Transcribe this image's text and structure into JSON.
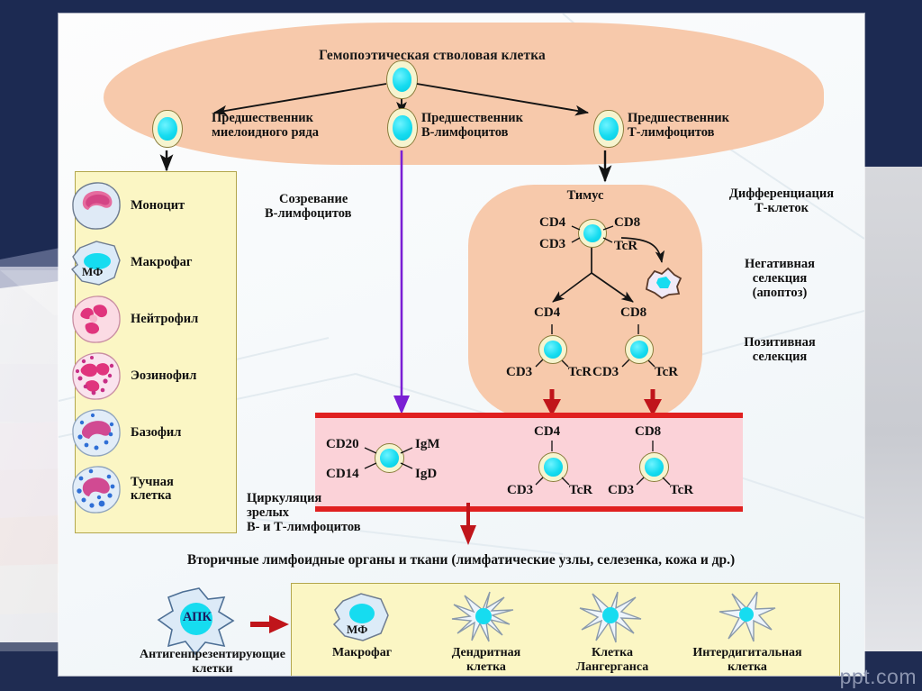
{
  "marrow": {
    "title": "Гемопоэтическая стволовая клетка",
    "progenitors": [
      {
        "id": "myeloid",
        "label_line1": "Предшественник",
        "label_line2": "миелоидного ряда"
      },
      {
        "id": "b-cell",
        "label_line1": "Предшественник",
        "label_line2": "В-лимфоцитов"
      },
      {
        "id": "t-cell",
        "label_line1": "Предшественник",
        "label_line2": "Т-лимфоцитов"
      }
    ]
  },
  "myeloid_box": {
    "cells": [
      {
        "name": "Моноцит",
        "icon": "monocyte-cell"
      },
      {
        "name": "Макрофаг",
        "icon": "macrophage-cell",
        "inner_label": "МФ"
      },
      {
        "name": "Нейтрофил",
        "icon": "neutrophil-cell"
      },
      {
        "name": "Эозинофил",
        "icon": "eosinophil-cell"
      },
      {
        "name": "Базофил",
        "icon": "basophil-cell"
      },
      {
        "name": "Тучная клетка",
        "icon": "mast-cell"
      }
    ]
  },
  "b_pathway": {
    "label_line1": "Созревание",
    "label_line2": "В-лимфоцитов",
    "arrow_color": "#7b1fd4"
  },
  "thymus": {
    "title": "Тимус",
    "side_labels": {
      "differentiation_line1": "Дифференциация",
      "differentiation_line2": "Т-клеток",
      "negative_line1": "Негативная",
      "negative_line2": "селекция",
      "negative_line3": "(апоптоз)",
      "positive_line1": "Позитивная",
      "positive_line2": "селекция"
    },
    "precursor_markers": {
      "top_left": "CD4",
      "top_right": "CD8",
      "bottom_left": "CD3",
      "bottom_right": "TcR"
    },
    "cd4_cell": {
      "top": "CD4",
      "bottom_left": "CD3",
      "bottom_right": "TcR"
    },
    "cd8_cell": {
      "top": "CD8",
      "bottom_left": "CD3",
      "bottom_right": "TcR"
    },
    "apoptotic_cell_icon": "apoptotic-cell"
  },
  "circulation": {
    "caption_line1": "Циркуляция",
    "caption_line2": "зрелых",
    "caption_line3": "В- и Т-лимфоцитов",
    "b_cell": {
      "top_left": "CD20",
      "top_right": "IgM",
      "bottom_left": "CD14",
      "bottom_right": "IgD"
    },
    "t_cd4": {
      "top": "CD4",
      "bottom_left": "CD3",
      "bottom_right": "TcR"
    },
    "t_cd8": {
      "top": "CD8",
      "bottom_left": "CD3",
      "bottom_right": "TcR"
    },
    "band_border_color": "#e02020",
    "band_fill_color": "#fbd2d8"
  },
  "secondary": {
    "title": "Вторичные лимфоидные органы и ткани (лимфатические узлы, селезенка, кожа и др.)",
    "apc": {
      "inner_label": "АПК",
      "caption_line1": "Антигенпрезентирующие",
      "caption_line2": "клетки",
      "icon": "apc-cell"
    },
    "items": [
      {
        "name_line1": "Макрофаг",
        "name_line2": "",
        "icon": "macrophage-cell",
        "inner_label": "МФ"
      },
      {
        "name_line1": "Дендритная",
        "name_line2": "клетка",
        "icon": "dendritic-cell"
      },
      {
        "name_line1": "Клетка",
        "name_line2": "Лангерганса",
        "icon": "langerhans-cell"
      },
      {
        "name_line1": "Интердигитальная",
        "name_line2": "клетка",
        "icon": "interdigitating-cell"
      }
    ]
  },
  "watermark": "ppt.com",
  "colors": {
    "marrow": "#f7c9ab",
    "thymus": "#f7c9ab",
    "yellow_box": "#fbf6c4",
    "cell_cyan": "#16dcf0",
    "cell_ring": "#f6f4cf",
    "red_arrow": "#c0151b",
    "purple_arrow": "#7b1fd4",
    "slide_bg": "#f3f7fa",
    "page_bg": "#1c2a52"
  }
}
